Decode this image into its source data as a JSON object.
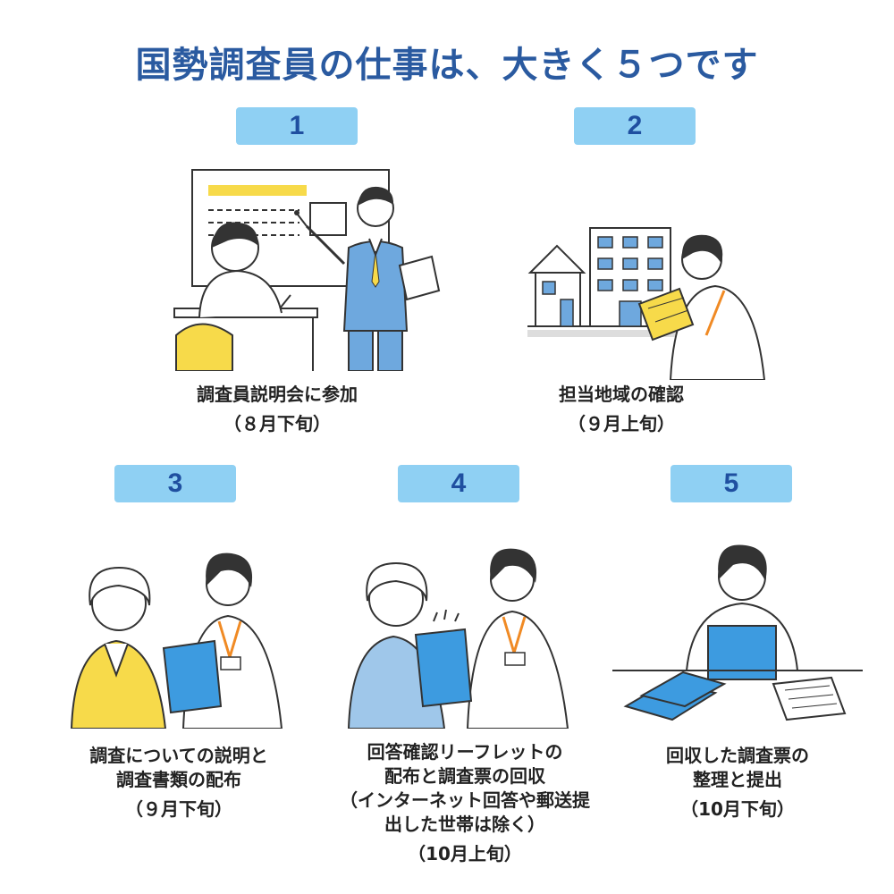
{
  "title": "国勢調査員の仕事は、大きく５つです",
  "colors": {
    "title": "#2a5aa0",
    "badge_bg": "#8fd0f3",
    "badge_text": "#1f4fa0",
    "accent_blue": "#3d9be0",
    "accent_yellow": "#f7da4a",
    "orange": "#f08a24"
  },
  "steps": [
    {
      "number": "1",
      "lines": [
        "調査員説明会に参加"
      ],
      "period": "（８月下旬）",
      "icon": "briefing-session-illustration"
    },
    {
      "number": "2",
      "lines": [
        "担当地域の確認"
      ],
      "period": "（９月上旬）",
      "icon": "area-check-illustration"
    },
    {
      "number": "3",
      "lines": [
        "調査についての説明と",
        "調査書類の配布"
      ],
      "period": "（９月下旬）",
      "icon": "document-distribution-illustration"
    },
    {
      "number": "4",
      "lines": [
        "回答確認リーフレットの",
        "配布と調査票の回収",
        "（インターネット回答や郵送提",
        "出した世帯は除く）"
      ],
      "period": "（10月上旬）",
      "icon": "form-collection-illustration"
    },
    {
      "number": "5",
      "lines": [
        "回収した調査票の",
        "整理と提出"
      ],
      "period": "（10月下旬）",
      "icon": "form-submission-illustration"
    }
  ]
}
